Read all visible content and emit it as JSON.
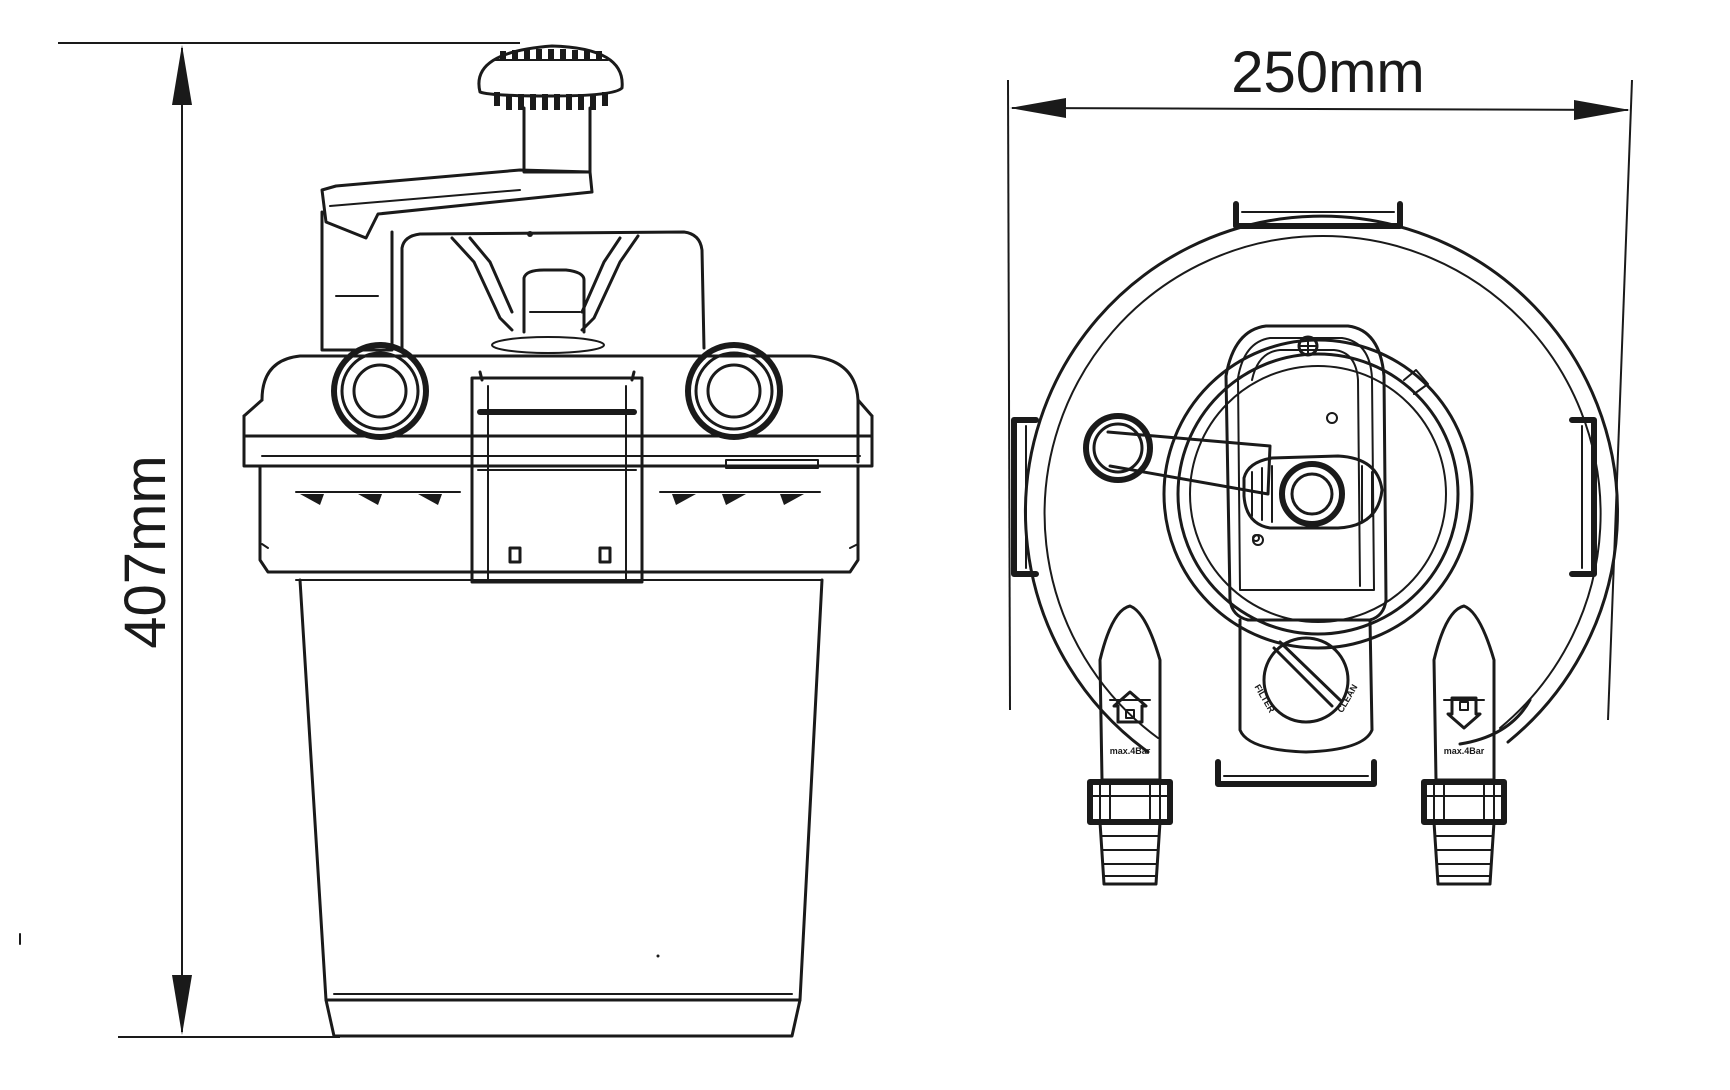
{
  "dimensions": {
    "height_label": "407mm",
    "width_label": "250mm"
  },
  "top_view": {
    "valve_labels": {
      "left": "FILTER",
      "right": "CLEAN"
    },
    "port_labels": {
      "left": "max.4Bar",
      "right": "max.4Bar"
    }
  },
  "colors": {
    "line": "#1a1a1a",
    "background": "#ffffff"
  }
}
